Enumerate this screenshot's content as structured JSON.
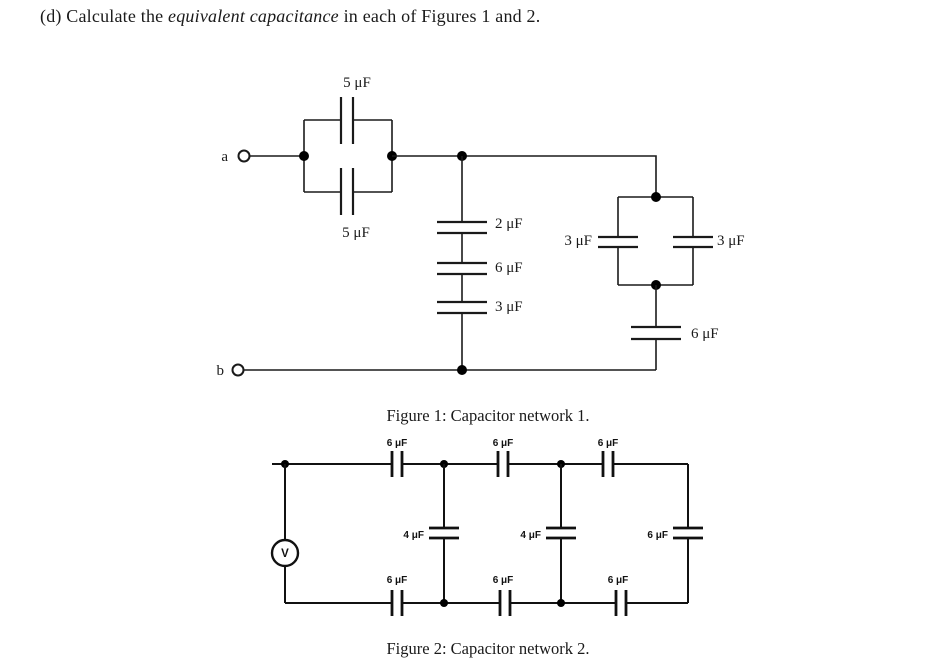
{
  "heading": {
    "prefix": "(d) Calculate the ",
    "emphasis": "equivalent capacitance",
    "suffix": " in each of Figures 1 and 2."
  },
  "figure1": {
    "caption": "Figure 1: Capacitor network 1.",
    "terminals": {
      "a": "a",
      "b": "b"
    },
    "capacitors": {
      "parallel_top": "5 μF",
      "parallel_bottom": "5 μF",
      "series_1": "2 μF",
      "series_2": "6 μF",
      "series_3": "3 μF",
      "right_pair_left": "3 μF",
      "right_pair_right": "3 μF",
      "right_bottom": "6 μF"
    }
  },
  "figure2": {
    "caption": "Figure 2: Capacitor network 2.",
    "source": "V",
    "capacitors": {
      "top_1": "6 μF",
      "top_2": "6 μF",
      "top_3": "6 μF",
      "mid_1": "4 μF",
      "mid_2": "4 μF",
      "mid_3": "6 μF",
      "bottom_1": "6 μF",
      "bottom_2": "6 μF",
      "bottom_3": "6 μF"
    }
  }
}
